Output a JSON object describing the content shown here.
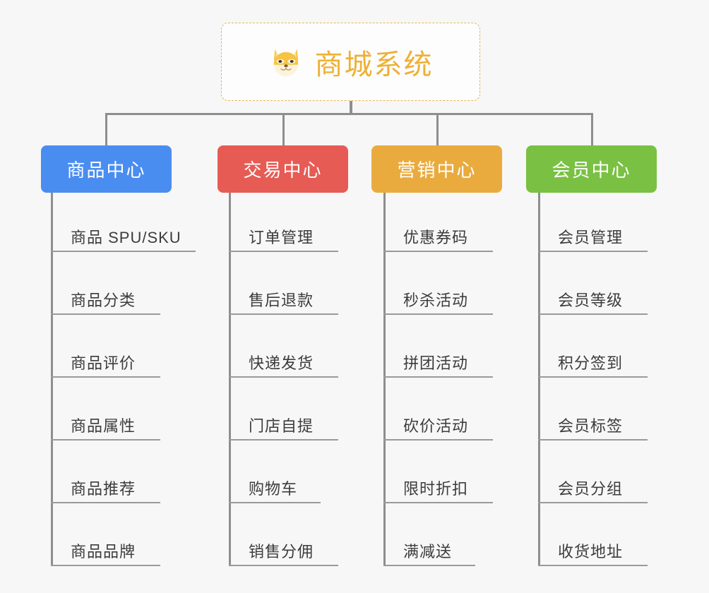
{
  "root": {
    "icon": "shiba-dog-face-icon",
    "icon_glyph": "🐶",
    "title": "商城系统",
    "border_color": "#e8b355",
    "text_color": "#efb036",
    "background": "#fdfdfd"
  },
  "canvas": {
    "background": "#f7f7f7",
    "connector_color": "#8e8e8e",
    "rule_color": "#9a9a9a"
  },
  "branches": [
    {
      "label": "商品中心",
      "color": "#4a8df0",
      "items": [
        "商品 SPU/SKU",
        "商品分类",
        "商品评价",
        "商品属性",
        "商品推荐",
        "商品品牌"
      ]
    },
    {
      "label": "交易中心",
      "color": "#e75b55",
      "items": [
        "订单管理",
        "售后退款",
        "快递发货",
        "门店自提",
        "购物车",
        "销售分佣"
      ]
    },
    {
      "label": "营销中心",
      "color": "#eaab3e",
      "items": [
        "优惠券码",
        "秒杀活动",
        "拼团活动",
        "砍价活动",
        "限时折扣",
        "满减送"
      ]
    },
    {
      "label": "会员中心",
      "color": "#7ac143",
      "items": [
        "会员管理",
        "会员等级",
        "积分签到",
        "会员标签",
        "会员分组",
        "收货地址"
      ]
    }
  ]
}
